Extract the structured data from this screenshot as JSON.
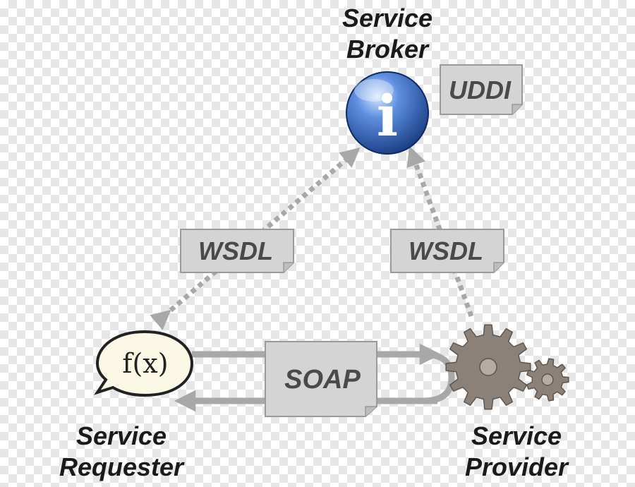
{
  "broker": {
    "line1": "Service",
    "line2": "Broker",
    "icon_glyph": "i"
  },
  "requester": {
    "line1": "Service",
    "line2": "Requester",
    "bubble_text": "f(x)"
  },
  "provider": {
    "line1": "Service",
    "line2": "Provider"
  },
  "documents": {
    "uddi": "UDDI",
    "wsdl_left": "WSDL",
    "wsdl_right": "WSDL",
    "soap": "SOAP"
  },
  "colors": {
    "broker_sphere": "#2f63b8",
    "document_fill": "#d4d4d4",
    "gear": "#8c8178",
    "arrow": "#a8a8a8"
  },
  "icons": [
    "info-sphere-icon",
    "speech-bubble-icon",
    "gear-icon"
  ]
}
